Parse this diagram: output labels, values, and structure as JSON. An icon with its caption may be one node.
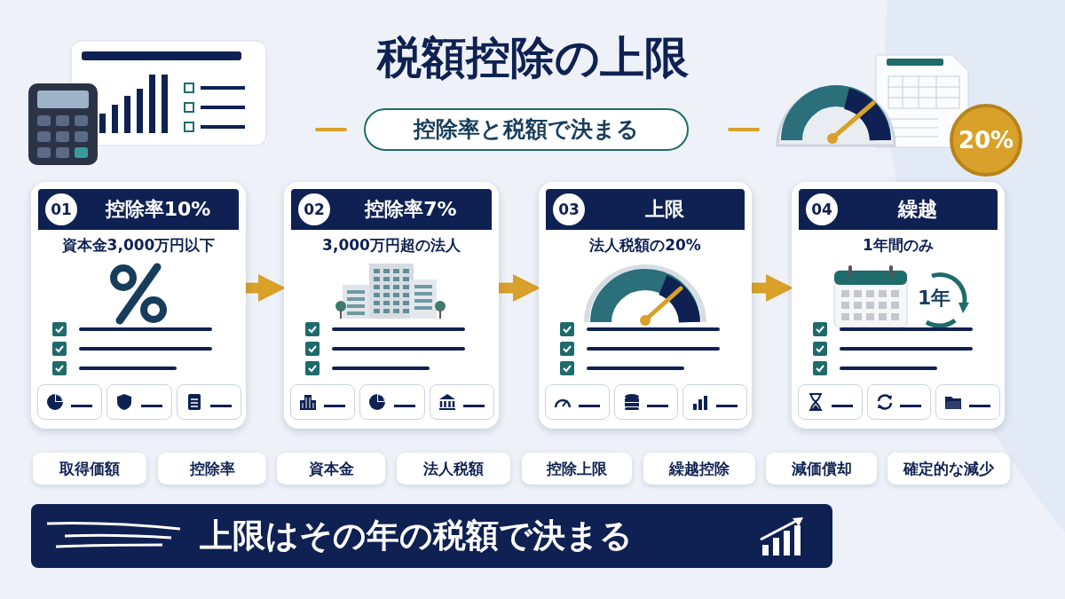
{
  "diagram": {
    "title": "税額控除の上限",
    "nodes": [
      {
        "text": [
          "控除率と税額で決まる"
        ]
      },
      {
        "text": [
          "20%"
        ]
      },
      {
        "text": [
          "01",
          "控除率10%",
          "資本金3,000万円以下"
        ]
      },
      {
        "text": [
          "02",
          "控除率7%",
          "3,000万円超の法人"
        ]
      },
      {
        "text": [
          "03",
          "上限",
          "法人税額の20%"
        ]
      },
      {
        "text": [
          "04",
          "繰越",
          "1年間のみ"
        ]
      },
      {
        "text": [
          "取得価額"
        ]
      },
      {
        "text": [
          "控除率"
        ]
      },
      {
        "text": [
          "資本金"
        ]
      },
      {
        "text": [
          "法人税額"
        ]
      },
      {
        "text": [
          "控除上限"
        ]
      },
      {
        "text": [
          "繰越控除"
        ]
      },
      {
        "text": [
          "減価償却"
        ]
      },
      {
        "text": [
          "確定的な減少"
        ]
      },
      {
        "text": [
          "上限はその年の税額で決まる"
        ]
      }
    ],
    "edges": [
      {
        "from": 2,
        "to": 3,
        "arrow": "to"
      },
      {
        "from": 3,
        "to": 4,
        "arrow": "to"
      },
      {
        "from": 4,
        "to": 5,
        "arrow": "to"
      }
    ],
    "labels": [
      "1年"
    ]
  }
}
